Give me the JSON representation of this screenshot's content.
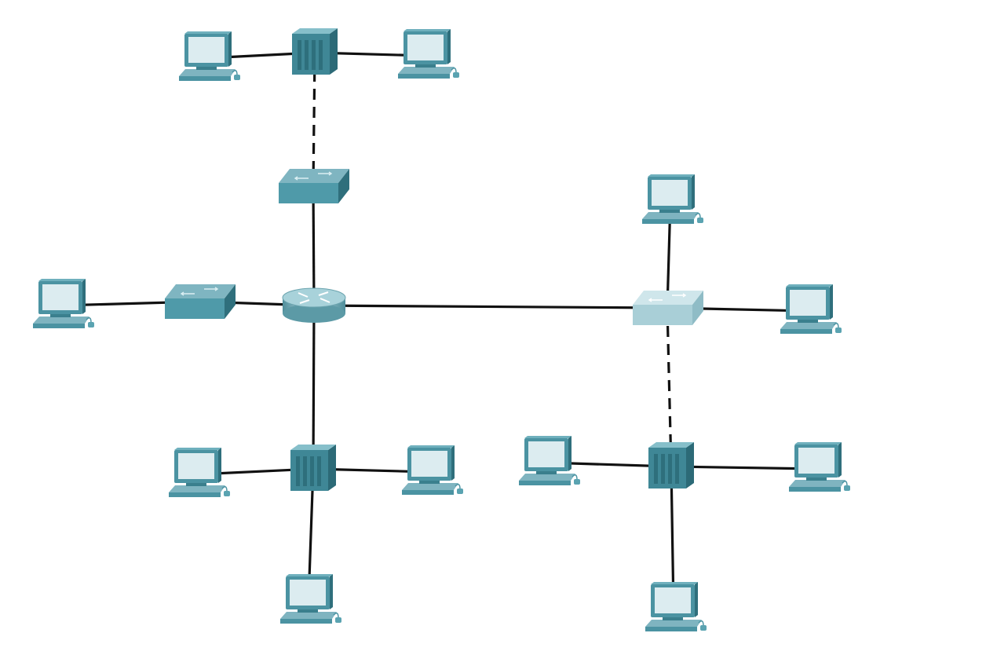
{
  "diagram": {
    "colors": {
      "background": "#ffffff",
      "link": "#111111",
      "device_dark": "#3f8796",
      "device_mid": "#4f9aa9",
      "device_light": "#a9cfd7",
      "pc_body": "#4b93a2",
      "pc_screen": "#dcecf0"
    },
    "nodes": [
      {
        "id": "hub-top",
        "type": "hub",
        "icon": "hub-icon"
      },
      {
        "id": "pc-top-left",
        "type": "pc",
        "icon": "pc-icon"
      },
      {
        "id": "pc-top-right",
        "type": "pc",
        "icon": "pc-icon"
      },
      {
        "id": "switch-upper",
        "type": "switch",
        "icon": "switch-icon"
      },
      {
        "id": "router-center",
        "type": "router",
        "icon": "router-icon"
      },
      {
        "id": "switch-left",
        "type": "switch",
        "icon": "switch-icon"
      },
      {
        "id": "pc-left",
        "type": "pc",
        "icon": "pc-icon"
      },
      {
        "id": "switch-right",
        "type": "switch",
        "icon": "switch-icon",
        "variant": "light"
      },
      {
        "id": "pc-right-top",
        "type": "pc",
        "icon": "pc-icon"
      },
      {
        "id": "pc-right",
        "type": "pc",
        "icon": "pc-icon"
      },
      {
        "id": "hub-bottom-left",
        "type": "hub",
        "icon": "hub-icon"
      },
      {
        "id": "pc-bl-left",
        "type": "pc",
        "icon": "pc-icon"
      },
      {
        "id": "pc-bl-right",
        "type": "pc",
        "icon": "pc-icon"
      },
      {
        "id": "pc-bl-bottom",
        "type": "pc",
        "icon": "pc-icon"
      },
      {
        "id": "hub-bottom-right",
        "type": "hub",
        "icon": "hub-icon"
      },
      {
        "id": "pc-br-left",
        "type": "pc",
        "icon": "pc-icon"
      },
      {
        "id": "pc-br-right",
        "type": "pc",
        "icon": "pc-icon"
      },
      {
        "id": "pc-br-bottom",
        "type": "pc",
        "icon": "pc-icon"
      }
    ],
    "links": [
      {
        "from": "pc-top-left",
        "to": "hub-top",
        "style": "solid"
      },
      {
        "from": "hub-top",
        "to": "pc-top-right",
        "style": "solid"
      },
      {
        "from": "hub-top",
        "to": "switch-upper",
        "style": "dashed"
      },
      {
        "from": "switch-upper",
        "to": "router-center",
        "style": "solid"
      },
      {
        "from": "pc-left",
        "to": "switch-left",
        "style": "solid"
      },
      {
        "from": "switch-left",
        "to": "router-center",
        "style": "solid"
      },
      {
        "from": "router-center",
        "to": "switch-right",
        "style": "solid"
      },
      {
        "from": "switch-right",
        "to": "pc-right-top",
        "style": "solid"
      },
      {
        "from": "switch-right",
        "to": "pc-right",
        "style": "solid"
      },
      {
        "from": "switch-right",
        "to": "hub-bottom-right",
        "style": "dashed"
      },
      {
        "from": "router-center",
        "to": "hub-bottom-left",
        "style": "solid"
      },
      {
        "from": "pc-bl-left",
        "to": "hub-bottom-left",
        "style": "solid"
      },
      {
        "from": "hub-bottom-left",
        "to": "pc-bl-right",
        "style": "solid"
      },
      {
        "from": "hub-bottom-left",
        "to": "pc-bl-bottom",
        "style": "solid"
      },
      {
        "from": "pc-br-left",
        "to": "hub-bottom-right",
        "style": "solid"
      },
      {
        "from": "hub-bottom-right",
        "to": "pc-br-right",
        "style": "solid"
      },
      {
        "from": "hub-bottom-right",
        "to": "pc-br-bottom",
        "style": "solid"
      }
    ]
  }
}
